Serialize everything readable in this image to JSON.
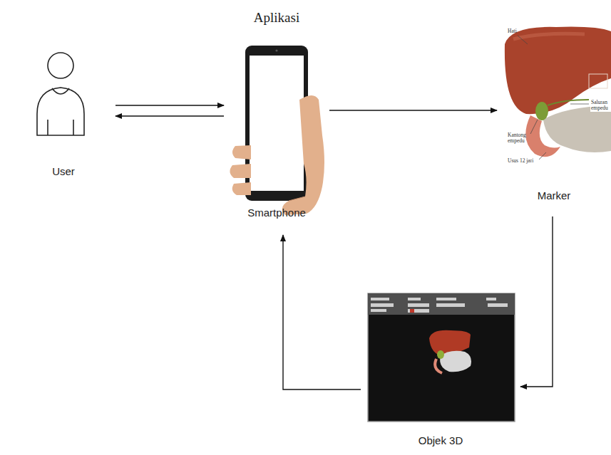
{
  "diagram": {
    "nodes": [
      {
        "text": [
          "User"
        ]
      },
      {
        "text": [
          "Aplikasi",
          "Smartphone"
        ]
      },
      {
        "text": [
          "Marker"
        ]
      },
      {
        "text": [
          "Objek 3D"
        ]
      }
    ],
    "edges": [
      {
        "from": 0,
        "to": 1,
        "arrow": "to"
      },
      {
        "from": 1,
        "to": 0,
        "arrow": "to"
      },
      {
        "from": 1,
        "to": 2,
        "arrow": "to"
      },
      {
        "from": 2,
        "to": 3,
        "arrow": "to"
      },
      {
        "from": 3,
        "to": 1,
        "arrow": "to"
      }
    ],
    "labels": [
      "Hati",
      "Saluran empedu",
      "Kantong empedu",
      "Usus 12 jari"
    ]
  }
}
